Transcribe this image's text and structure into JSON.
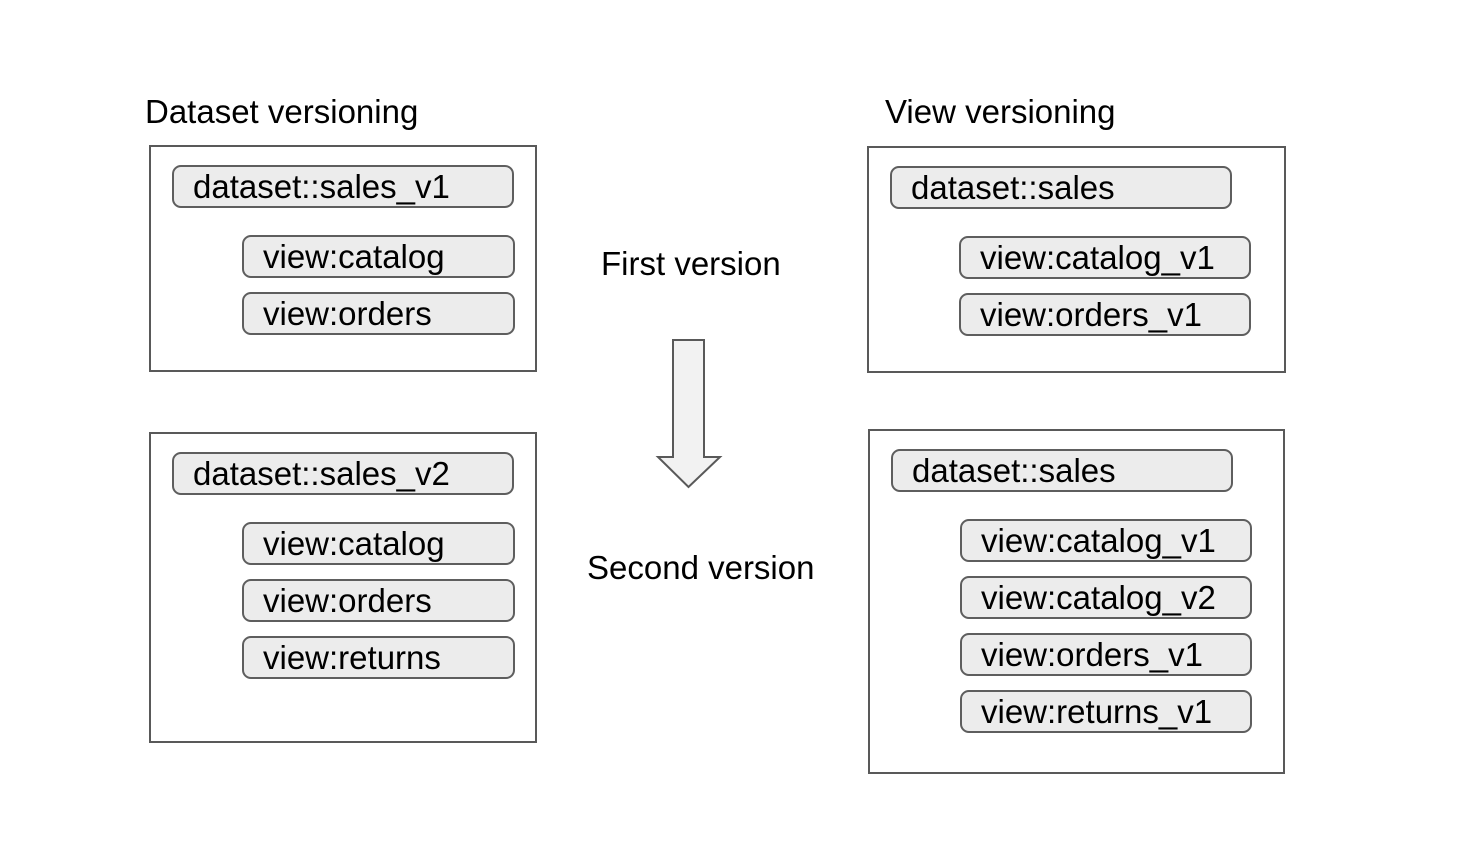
{
  "diagram": {
    "left_column": {
      "title": "Dataset versioning",
      "first_box": {
        "dataset": "dataset::sales_v1",
        "views": [
          "view:catalog",
          "view:orders"
        ]
      },
      "second_box": {
        "dataset": "dataset::sales_v2",
        "views": [
          "view:catalog",
          "view:orders",
          "view:returns"
        ]
      }
    },
    "right_column": {
      "title": "View versioning",
      "first_box": {
        "dataset": "dataset::sales",
        "views": [
          "view:catalog_v1",
          "view:orders_v1"
        ]
      },
      "second_box": {
        "dataset": "dataset::sales",
        "views": [
          "view:catalog_v1",
          "view:catalog_v2",
          "view:orders_v1",
          "view:returns_v1"
        ]
      }
    },
    "center": {
      "first_version_label": "First version",
      "second_version_label": "Second version",
      "arrow_icon": "down-block-arrow"
    },
    "colors": {
      "background": "#ffffff",
      "box_border": "#595959",
      "pill_fill": "#ececec",
      "pill_border": "#5e5e5e",
      "arrow_fill": "#f2f2f2",
      "arrow_border": "#595959",
      "text": "#000000"
    }
  }
}
